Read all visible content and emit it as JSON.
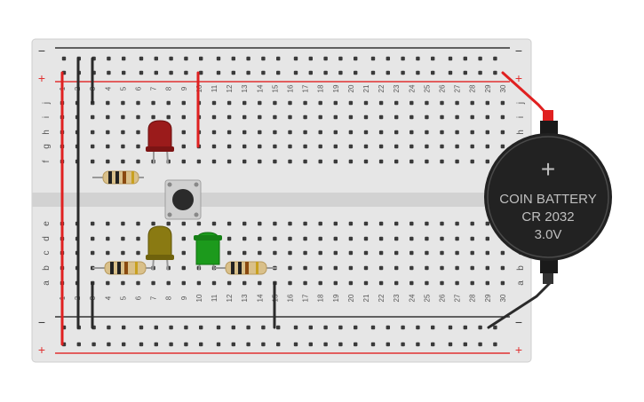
{
  "breadboard": {
    "columns": [
      "1",
      "2",
      "3",
      "4",
      "5",
      "6",
      "7",
      "8",
      "9",
      "10",
      "11",
      "12",
      "13",
      "14",
      "15",
      "16",
      "17",
      "18",
      "19",
      "20",
      "21",
      "22",
      "23",
      "24",
      "25",
      "26",
      "27",
      "28",
      "29",
      "30"
    ],
    "rows_top": [
      "j",
      "i",
      "h",
      "g",
      "f"
    ],
    "rows_bottom": [
      "e",
      "d",
      "c",
      "b",
      "a"
    ],
    "rail_minus": "−",
    "rail_plus": "+"
  },
  "battery": {
    "line1": "COIN BATTERY",
    "line2": "CR 2032",
    "line3": "3.0V",
    "plus_symbol": "+"
  },
  "components": {
    "leds": [
      {
        "name": "red-led",
        "color": "#9b1b1b"
      },
      {
        "name": "yellow-led",
        "color": "#8a7a12"
      },
      {
        "name": "green-led",
        "color": "#1c9a1c"
      }
    ],
    "resistor_count": 3,
    "pushbutton_count": 1
  },
  "colors": {
    "board": "#e6e6e6",
    "hole": "#3a3a3a",
    "plus_rail": "#e03030",
    "minus_rail": "#333333",
    "wire_red": "#e02020",
    "wire_black": "#2a2a2a",
    "battery_body": "#222222",
    "battery_text": "#bfbfbf"
  }
}
